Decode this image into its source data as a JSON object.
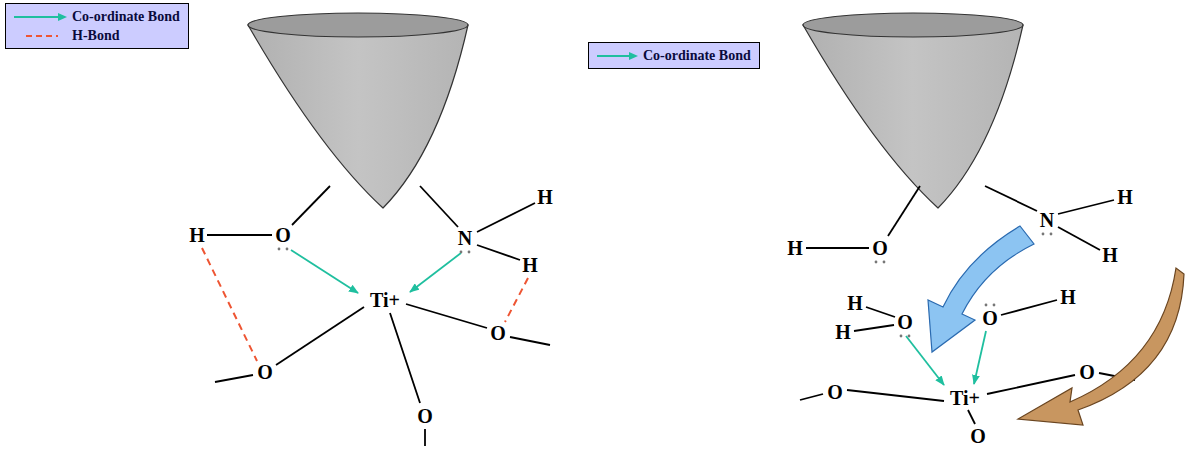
{
  "diagram": {
    "labels": [
      "H",
      "O",
      "N",
      "H",
      "H",
      "Ti+",
      "O",
      "O",
      "O",
      "H",
      "O",
      "N",
      "H",
      "H",
      "H",
      "H",
      "O",
      "O",
      "H",
      "Ti+",
      "O",
      "O",
      "O"
    ],
    "legend": [
      {
        "text": "Co-ordinate Bond"
      },
      {
        "text": "H-Bond"
      },
      {
        "text": "Co-ordinate Bond"
      }
    ]
  }
}
